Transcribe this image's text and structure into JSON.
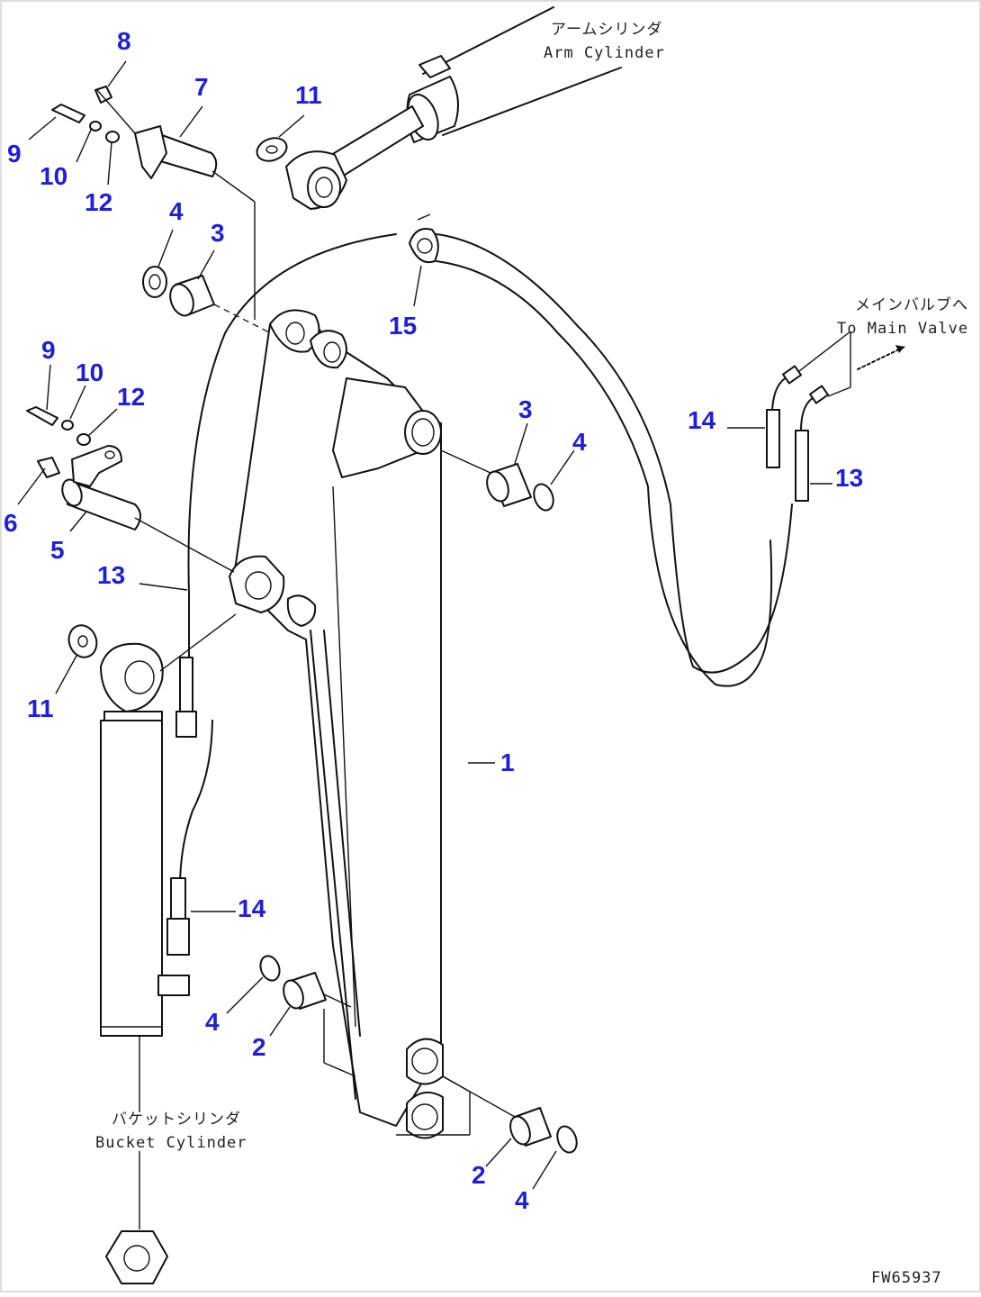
{
  "labels": {
    "arm_cylinder": {
      "jp": "アームシリンダ",
      "en": "Arm Cylinder"
    },
    "main_valve": {
      "jp": "メインバルブへ",
      "en": "To Main Valve"
    },
    "bucket_cylinder": {
      "jp": "バケットシリンダ",
      "en": "Bucket Cylinder"
    },
    "figure_code": "FW65937"
  },
  "callouts": {
    "c1": "1",
    "c2a": "2",
    "c2b": "2",
    "c3a": "3",
    "c3b": "3",
    "c4a": "4",
    "c4b": "4",
    "c4c": "4",
    "c4d": "4",
    "c5": "5",
    "c6": "6",
    "c7": "7",
    "c8": "8",
    "c9a": "9",
    "c9b": "9",
    "c10a": "10",
    "c10b": "10",
    "c11a": "11",
    "c11b": "11",
    "c12a": "12",
    "c12b": "12",
    "c13a": "13",
    "c13b": "13",
    "c14a": "14",
    "c14b": "14",
    "c15": "15"
  },
  "colors": {
    "callout": "#1f1fd6",
    "line": "#111111",
    "background": "#ffffff"
  }
}
